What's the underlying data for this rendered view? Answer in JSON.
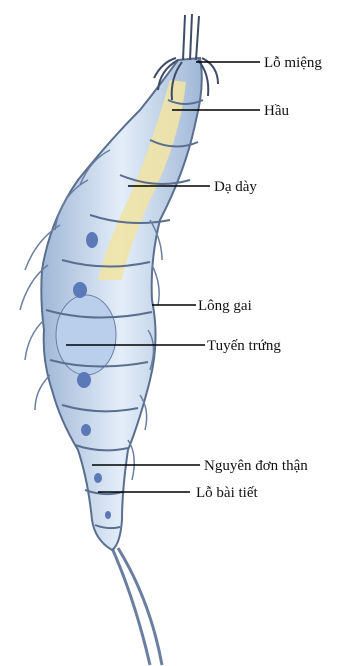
{
  "labels": {
    "mouth": "Lỗ miệng",
    "pharynx": "Hầu",
    "stomach": "Dạ dày",
    "spines": "Lông gai",
    "ovary": "Tuyến trứng",
    "protonephridia": "Nguyên đơn thận",
    "excretory_pore": "Lỗ bài tiết"
  },
  "colors": {
    "body_fill": "#cfe0f2",
    "outline": "#5a6f8f",
    "gut": "#efe3a6",
    "ovary": "#b9cfec",
    "nucleus": "#5b78b8",
    "leader": "#000000"
  }
}
